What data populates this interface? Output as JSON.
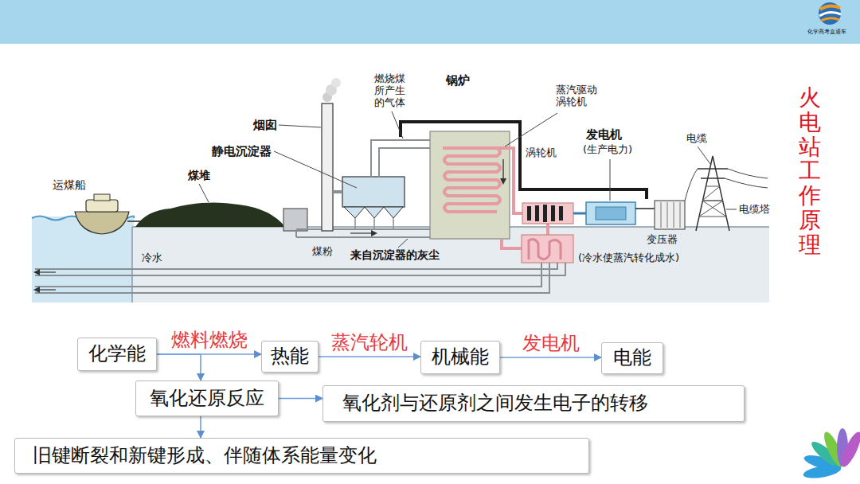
{
  "diagram": {
    "title": "火电站工作原理",
    "nodes": [
      {
        "text": [
          "化学能"
        ]
      },
      {
        "text": [
          "热能"
        ]
      },
      {
        "text": [
          "机械能"
        ]
      },
      {
        "text": [
          "电能"
        ]
      },
      {
        "text": [
          "氧化还原反应"
        ]
      },
      {
        "text": [
          "氧化剂与还原剂之间发生电子的转移"
        ]
      },
      {
        "text": [
          "旧键断裂和新键形成、伴随体系能量变化"
        ]
      }
    ],
    "edges": [
      {
        "from": 0,
        "to": 1,
        "arrow": "to",
        "label": "燃料燃烧"
      },
      {
        "from": 1,
        "to": 2,
        "arrow": "to",
        "label": "蒸汽轮机"
      },
      {
        "from": 2,
        "to": 3,
        "arrow": "to",
        "label": "发电机"
      },
      {
        "from": 0,
        "to": 4,
        "arrow": "to"
      },
      {
        "from": 4,
        "to": 5,
        "arrow": "to"
      },
      {
        "from": 4,
        "to": 6,
        "arrow": "to"
      }
    ],
    "labels": [
      "运煤船",
      "煤堆",
      "烟囱",
      "静电沉淀器",
      "燃烧煤所产生的气体",
      "锅炉",
      "蒸汽驱动涡轮机",
      "涡轮机",
      "发电机",
      "(生产电力)",
      "电缆",
      "电缆塔",
      "变压器",
      "冷水",
      "煤粉",
      "来自沉淀器的灰尘",
      "(冷水使蒸汽转化成水)",
      "化学高考直通车"
    ]
  }
}
